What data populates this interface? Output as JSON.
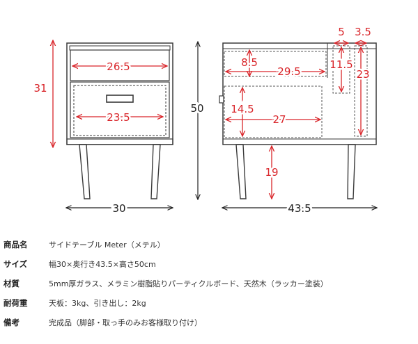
{
  "dimensions": {
    "front": {
      "width": "30",
      "height": "31",
      "top_inner_width": "26.5",
      "drawer_width": "23.5"
    },
    "side": {
      "total_height": "50",
      "depth": "43.5",
      "shelf_height": "8.5",
      "shelf_depth": "29.5",
      "drawer_height": "14.5",
      "drawer_depth": "27",
      "leg_height": "19",
      "glass_5": "5",
      "glass_3_5": "3.5",
      "glass_11_5": "11.5",
      "glass_23": "23"
    }
  },
  "specs": [
    {
      "label": "商品名",
      "value": "サイドテーブル Meter（メテル）"
    },
    {
      "label": "サイズ",
      "value": "幅30×奥行き43.5×高さ50cm"
    },
    {
      "label": "材質",
      "value": "5mm厚ガラス、メラミン樹脂貼りパーティクルボード、天然木（ラッカー塗装）"
    },
    {
      "label": "耐荷重",
      "value": "天板：3kg、引き出し：2kg"
    },
    {
      "label": "備考",
      "value": "完成品（脚部・取っ手のみお客様取り付け）"
    }
  ],
  "colors": {
    "dimension_red": "#d9252a",
    "outline": "#3a3a3a"
  }
}
